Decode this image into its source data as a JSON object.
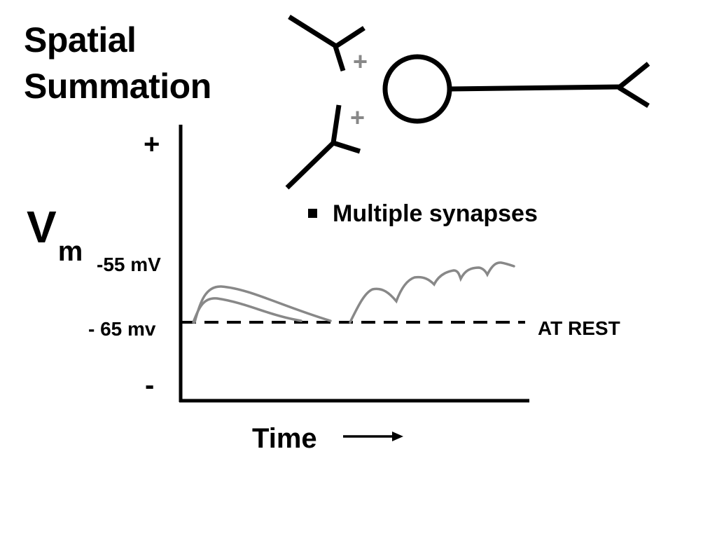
{
  "title": {
    "line1": "Spatial",
    "line2": "Summation"
  },
  "axes": {
    "y_label": "V",
    "y_label_sub": "m",
    "y_top_symbol": "+",
    "y_bottom_symbol": "-",
    "threshold_label": "-55 mV",
    "rest_label": "- 65 mv",
    "rest_line_label": "AT REST",
    "x_label": "Time"
  },
  "synapse_signs": [
    "+",
    "+"
  ],
  "bullet": {
    "text": "Multiple synapses"
  },
  "colors": {
    "ink": "#000000",
    "trace": "#888888",
    "background": "#ffffff"
  }
}
